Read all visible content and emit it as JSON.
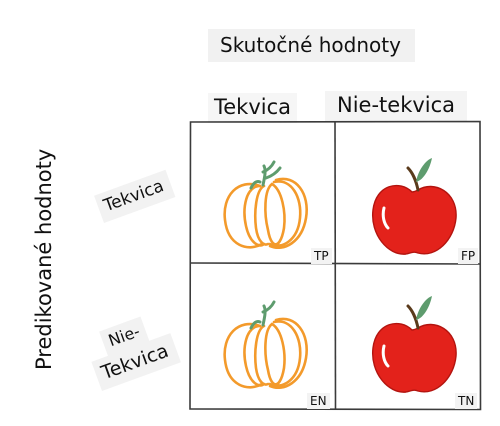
{
  "axes": {
    "actual_title": "Skutočné hodnoty",
    "predicted_title": "Predikované hodnoty"
  },
  "columns": {
    "pumpkin": "Tekvica",
    "not_pumpkin": "Nie-tekvica"
  },
  "rows": {
    "pumpkin": "Tekvica",
    "not_pumpkin_line1": "Nie-",
    "not_pumpkin_line2": "Tekvica"
  },
  "cells": {
    "top_left_tag": "TP",
    "top_right_tag": "FP",
    "bottom_left_tag": "EN",
    "bottom_right_tag": "TN"
  },
  "icons": {
    "top_left": "pumpkin-icon",
    "top_right": "apple-icon",
    "bottom_left": "pumpkin-icon",
    "bottom_right": "apple-icon"
  },
  "colors": {
    "pumpkin_orange": "#f39a2b",
    "apple_red": "#e3221b",
    "stem_green": "#5e9c6e",
    "grid_line": "#3b3b3b"
  }
}
